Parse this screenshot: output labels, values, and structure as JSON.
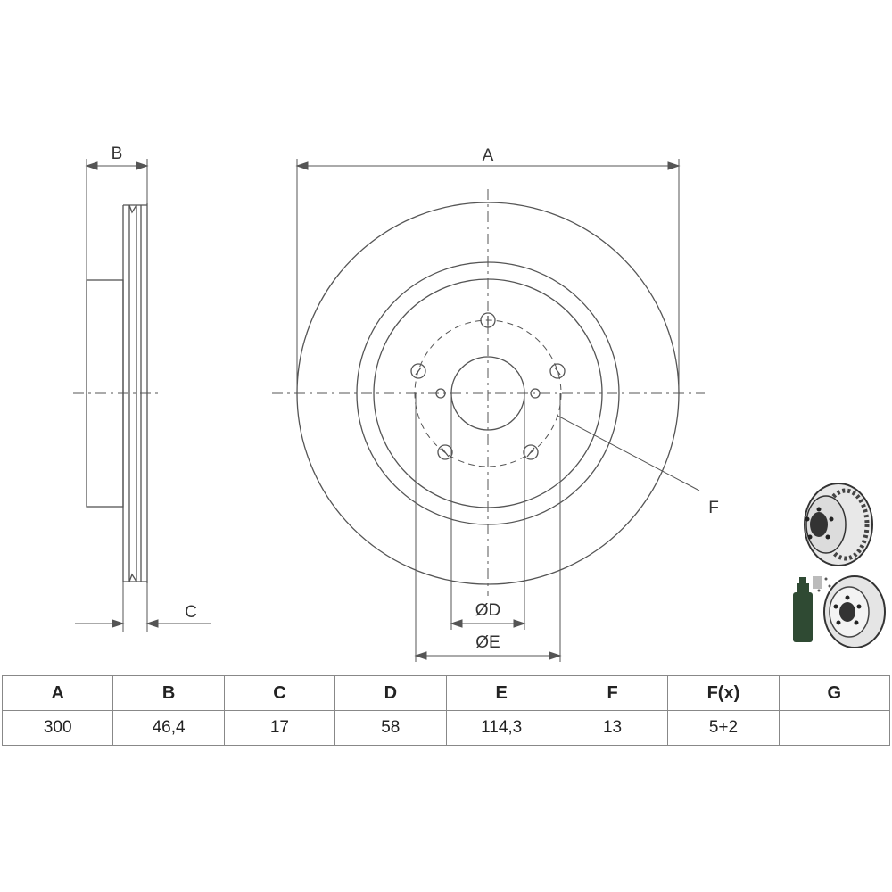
{
  "diagram": {
    "labels": {
      "a": "A",
      "b": "B",
      "c": "C",
      "f": "F",
      "d": "ØD",
      "e": "ØE"
    }
  },
  "spec_table": {
    "headers": [
      "A",
      "B",
      "C",
      "D",
      "E",
      "F",
      "F(x)",
      "G"
    ],
    "values": [
      "300",
      "46,4",
      "17",
      "58",
      "114,3",
      "13",
      "5+2",
      ""
    ]
  },
  "colors": {
    "line": "#555555",
    "thumbnail_green": "#2f4a33"
  },
  "icons": [
    "brake-disc-photo-icon",
    "coating-spray-icon"
  ]
}
